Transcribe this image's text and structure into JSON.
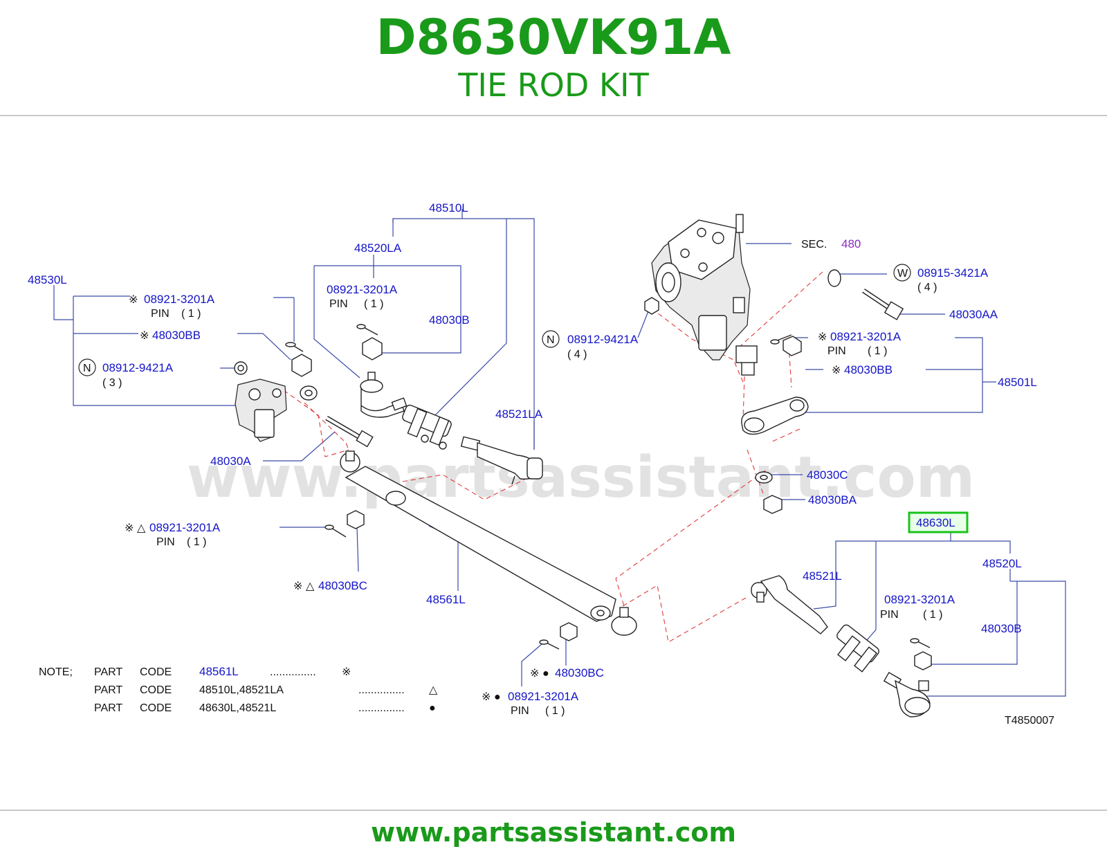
{
  "header": {
    "part_number": "D8630VK91A",
    "kit_name": "TIE ROD KIT"
  },
  "footer": {
    "url": "www.partsassistant.com"
  },
  "watermark": "www.partsassistant.com",
  "diagram": {
    "code": "T4850007",
    "labels": {
      "p48510L": "48510L",
      "p48520LA": "48520LA",
      "p48530L": "48530L",
      "sec": "SEC.",
      "sec480": "480",
      "l_08921_a": "08921-3201A",
      "l_pin_a": "PIN",
      "l_pin_a_q": "( 1 )",
      "l_48030BB": "48030BB",
      "n_08912_l": "08912-9421A",
      "n_08912_l_q": "( 3 )",
      "c_08921": "08921-3201A",
      "c_pin": "PIN",
      "c_pin_q": "( 1 )",
      "c_48030B": "48030B",
      "w_08915": "08915-3421A",
      "w_08915_q": "( 4 )",
      "p48030AA": "48030AA",
      "n_08912_r": "08912-9421A",
      "n_08912_r_q": "( 4 )",
      "r_08921": "08921-3201A",
      "r_pin": "PIN",
      "r_pin_q": "( 1 )",
      "r_48030BB": "48030BB",
      "p48501L": "48501L",
      "p48521LA": "48521LA",
      "p48030A": "48030A",
      "p48030C": "48030C",
      "p48030BA": "48030BA",
      "p48630L": "48630L",
      "ll_08921": "08921-3201A",
      "ll_pin": "PIN",
      "ll_pin_q": "( 1 )",
      "p48030BC_a": "48030BC",
      "p48561L": "48561L",
      "p48521L": "48521L",
      "p48520L": "48520L",
      "rr_08921": "08921-3201A",
      "rr_pin": "PIN",
      "rr_pin_q": "( 1 )",
      "p48030B_r": "48030B",
      "p48030BC_b": "48030BC",
      "b_08921": "08921-3201A",
      "b_pin": "PIN",
      "b_pin_q": "( 1 )"
    },
    "symbols": {
      "kome": "※",
      "triangle": "△",
      "dot": "●",
      "n": "N",
      "w": "W"
    },
    "note": {
      "heading": "NOTE;",
      "rows": [
        {
          "part_code": "PART",
          "code_word": "CODE",
          "value": "48561L",
          "dots": "...............",
          "symbol": "※"
        },
        {
          "part_code": "PART",
          "code_word": "CODE",
          "value": "48510L,48521LA",
          "dots": "...............",
          "symbol": "△"
        },
        {
          "part_code": "PART",
          "code_word": "CODE",
          "value": "48630L,48521L",
          "dots": "...............",
          "symbol": "●"
        }
      ]
    }
  }
}
